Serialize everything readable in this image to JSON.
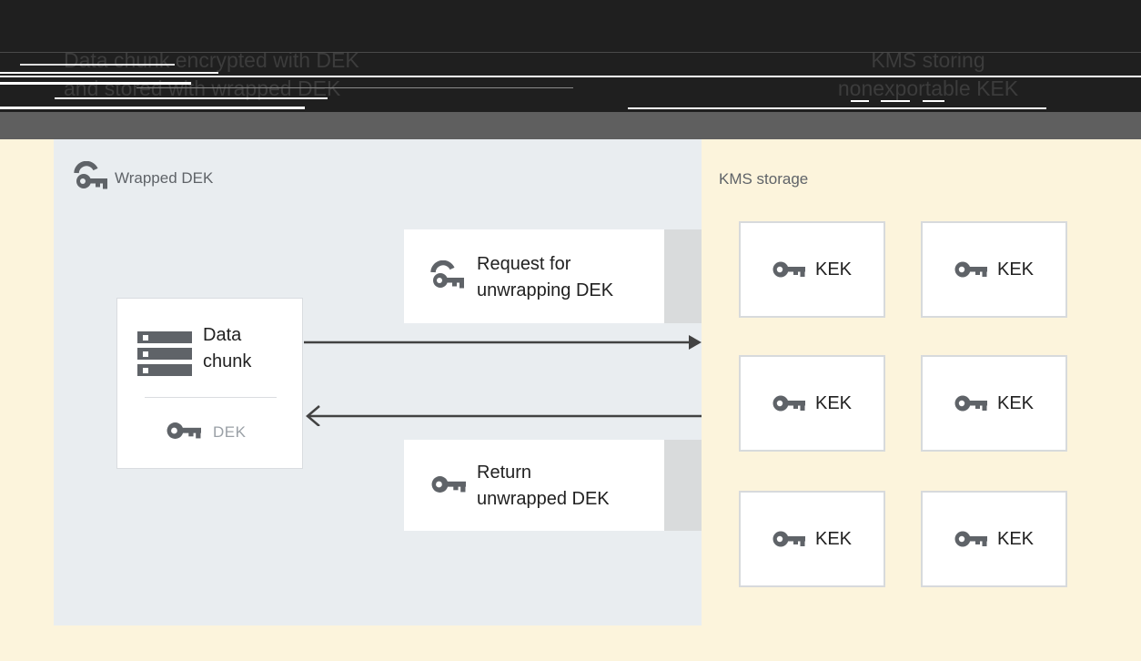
{
  "header": {
    "caption_left": {
      "line1": "Data chunk encrypted with DEK",
      "line2": "and stored with wrapped DEK"
    },
    "caption_right": {
      "line1": "KMS storing",
      "line2": "nonexportable KEK"
    }
  },
  "wrapped_dek_panel": {
    "label": "Wrapped DEK",
    "data_chunk_box": {
      "line1": "Data",
      "line2": "chunk",
      "key_label": "DEK"
    },
    "request_box": {
      "line1": "Request for",
      "line2": "unwrapping DEK"
    },
    "return_box": {
      "line1": "Return",
      "line2": "unwrapped DEK"
    }
  },
  "kms_storage_panel": {
    "label": "KMS storage",
    "kek_boxes": [
      {
        "label": "KEK"
      },
      {
        "label": "KEK"
      },
      {
        "label": "KEK"
      },
      {
        "label": "KEK"
      },
      {
        "label": "KEK"
      },
      {
        "label": "KEK"
      }
    ]
  },
  "icons": {
    "wrapped_key_icon": "key with wrapping arc",
    "key_icon": "plain key",
    "data_chunk_icon": "stacked data bars",
    "arrow_right_icon": "solid right arrowhead",
    "arrow_left_icon": "open left arrowhead"
  },
  "colors": {
    "page_background": "#fcf4dc",
    "panel_background": "#e9edf0",
    "header_background": "#1f1f1f",
    "header_bar": "#5f5f5f",
    "icon_gray": "#5f6368",
    "text_dark": "#212121",
    "text_muted": "#9aa0a6",
    "label_gray": "#5f6368",
    "box_border": "#d9dce0",
    "strip_gray": "#d9dbdc",
    "arrow": "#424242"
  }
}
